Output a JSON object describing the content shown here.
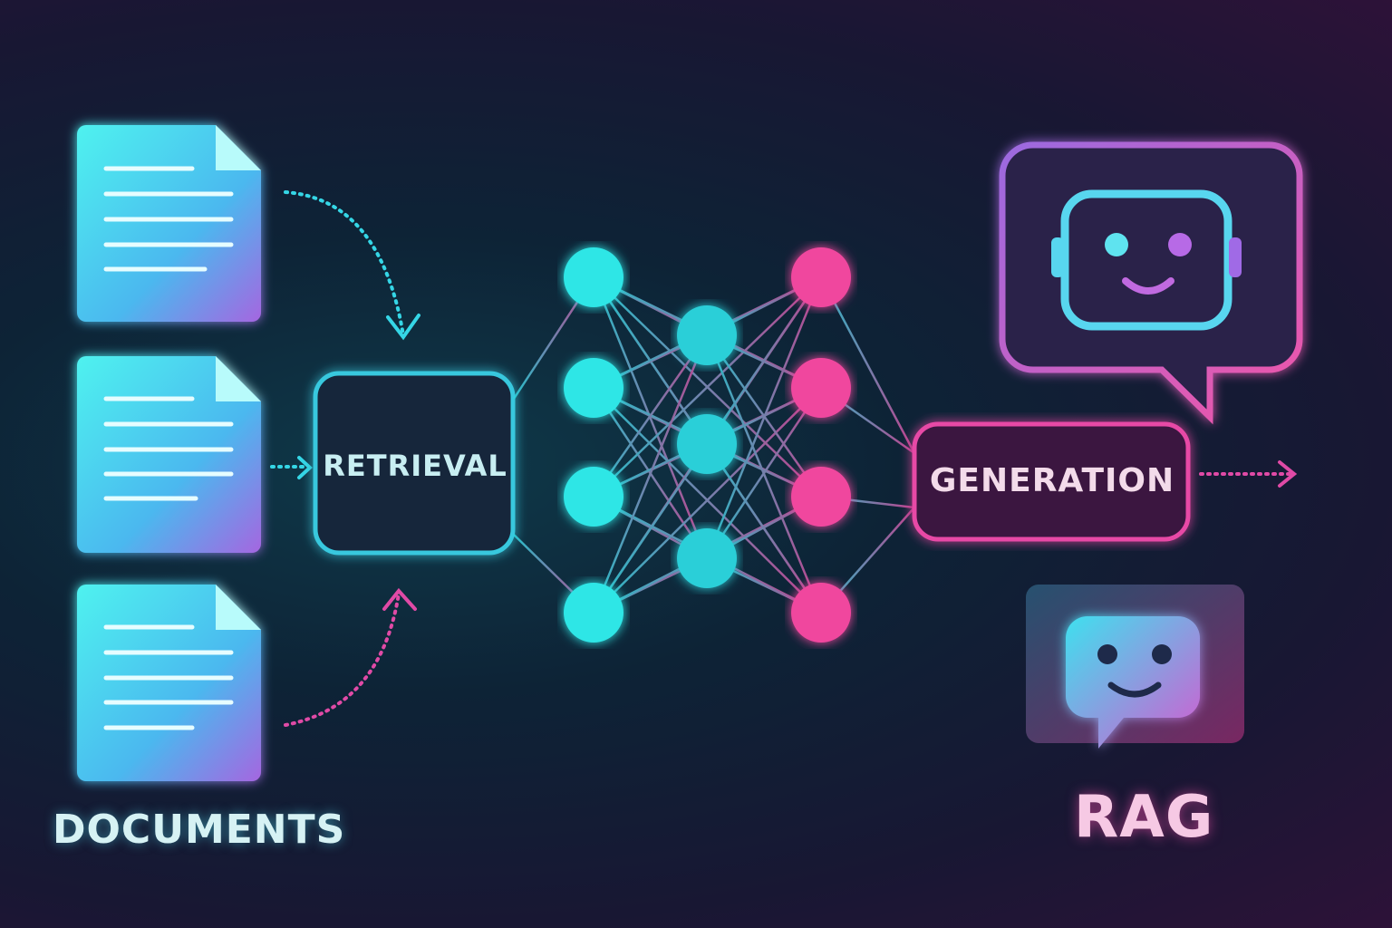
{
  "labels": {
    "documents": "DOCUMENTS",
    "retrieval": "RETRIEVAL",
    "generation": "GENERATION",
    "title": "RAG"
  },
  "colors": {
    "cyan": "#2ee6e6",
    "pink": "#f0479e",
    "background": "#0f1a2e"
  },
  "icons": [
    "document-icon",
    "document-icon",
    "document-icon",
    "robot-chat-icon",
    "smiley-chat-icon",
    "arrow-icon"
  ]
}
